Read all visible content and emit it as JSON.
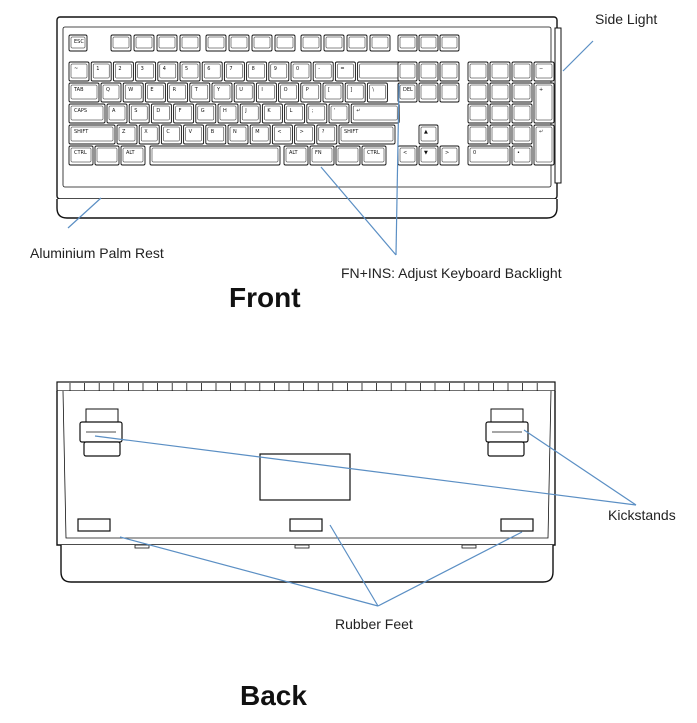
{
  "front": {
    "title": "Front",
    "labels": {
      "side_light": "Side Light",
      "palm_rest": "Aluminium Palm Rest",
      "backlight": "FN+INS: Adjust Keyboard Backlight"
    }
  },
  "back": {
    "title": "Back",
    "labels": {
      "kickstands": "Kickstands",
      "rubber_feet": "Rubber Feet"
    }
  },
  "colors": {
    "outline": "#111111",
    "callout": "#5b8fc4",
    "key_fill": "#ffffff"
  },
  "keys": {
    "esc": "ESC",
    "tab": "TAB",
    "caps": "CAPS",
    "shift": "SHIFT",
    "ctrl": "CTRL",
    "alt": "ALT",
    "fn": "FN",
    "del": "DEL",
    "enter": "↵",
    "up": "▲",
    "left": "<",
    "down": "▼",
    "right": ">",
    "num_plus": "+",
    "num_minus": "−",
    "num_zero": "0",
    "num_dot": "•",
    "row1": [
      "~",
      "1",
      "2",
      "3",
      "4",
      "5",
      "6",
      "7",
      "8",
      "9",
      "0",
      "-",
      "="
    ],
    "row2": [
      "Q",
      "W",
      "E",
      "R",
      "T",
      "Y",
      "U",
      "I",
      "O",
      "P",
      "[",
      "]",
      "\\"
    ],
    "row3": [
      "A",
      "S",
      "D",
      "F",
      "G",
      "H",
      "J",
      "K",
      "L",
      ";",
      "'"
    ],
    "row4": [
      "Z",
      "X",
      "C",
      "V",
      "B",
      "N",
      "M",
      "<",
      ">",
      "?"
    ]
  }
}
